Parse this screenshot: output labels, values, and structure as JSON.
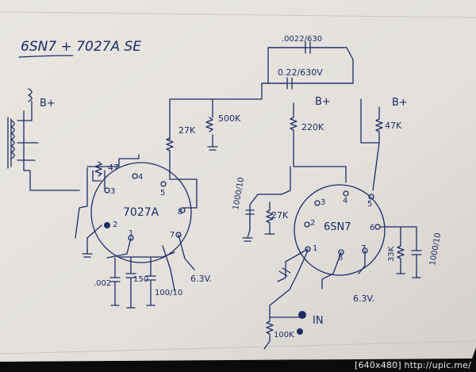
{
  "title": "6SN7 + 7027A SE",
  "labels": {
    "b_plus_output": "B+",
    "b_plus_driver": "B+",
    "b_plus_right": "B+",
    "cap_small": ".0022/630",
    "cap_coupling": "0.22/630V",
    "r_27k": "27K",
    "r_500k": "500K",
    "r_220k": "220K",
    "r_47k": "47K",
    "r_47": "47",
    "tube_7027a": "7027A",
    "tube_6sn7": "6SN7",
    "cap_1000_10": "1000/10",
    "r_27k_cathode": "27K",
    "cap_002": ".002",
    "cap_150": "150",
    "cap_100_10": "100/10",
    "heater_left": "6.3V.",
    "heater_right": "6.3V.",
    "r_33k": "33K",
    "cap_1000_10b": "1000/10",
    "r_100k": "100K",
    "input": "IN",
    "pin4_a": "4",
    "pin5_a": "5",
    "pin3_a": "3",
    "pin2_a": "2",
    "pin1_a": "1",
    "pin7_a": "7",
    "pin8_a": "8",
    "pin3_b": "3",
    "pin4_b": "4",
    "pin5_b": "5",
    "pin6_b": "6",
    "pin1_b": "1",
    "pin7_b": "7",
    "pin8_b": "8",
    "pin2_b": "2"
  },
  "caption": "[640x480] http://upic.me/"
}
